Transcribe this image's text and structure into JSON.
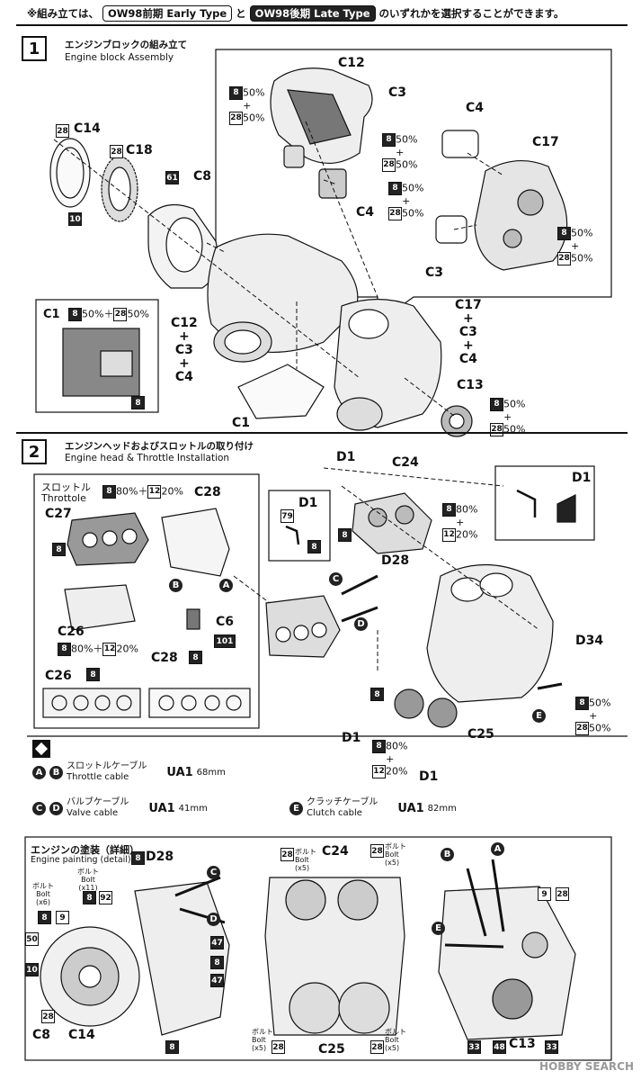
{
  "header": {
    "prefix": "※組み立ては、",
    "early_type": "OW98前期 Early Type",
    "connector": "と",
    "late_type": "OW98後期 Late Type",
    "suffix": "のいずれかを選択することができます。"
  },
  "step1": {
    "number": "1",
    "title_jp": "エンジンブロックの組み立て",
    "title_en": "Engine block Assembly",
    "parts": {
      "c12": "C12",
      "c3": "C3",
      "c4": "C4",
      "c17": "C17",
      "c14": "C14",
      "c18": "C18",
      "c8": "C8",
      "c1": "C1",
      "c13": "C13",
      "assembly_a": "C12\n+\nC3\n+\nC4",
      "assembly_b": "C17\n+\nC3\n+\nC4"
    },
    "paint": {
      "n8": "8",
      "n28": "28",
      "n10": "10",
      "n61": "61",
      "fifty": "50%",
      "plus": "+",
      "c1_mix": "50%＋"
    }
  },
  "step2": {
    "number": "2",
    "title_jp": "エンジンヘッドおよびスロットルの取り付け",
    "title_en": "Engine head & Throttle Installation",
    "throttle_jp": "スロットル",
    "throttle_en": "Throttole",
    "parts": {
      "c27": "C27",
      "c28": "C28",
      "c26": "C26",
      "c6": "C6",
      "d1": "D1",
      "c24": "C24",
      "d28": "D28",
      "d34": "D34",
      "c25": "C25"
    },
    "paint": {
      "n8": "8",
      "n12": "12",
      "n28": "28",
      "n79": "79",
      "n101": "101",
      "eighty": "80%",
      "twenty": "20%",
      "fifty": "50%",
      "plus": "+",
      "mix_8012": "80%＋"
    },
    "letters": {
      "a": "A",
      "b": "B",
      "c": "C",
      "d": "D",
      "e": "E"
    }
  },
  "cables": {
    "throttle": {
      "jp": "スロットルケーブル",
      "en": "Throttle cable",
      "code": "UA1",
      "len": "68mm"
    },
    "valve": {
      "jp": "バルブケーブル",
      "en": "Valve cable",
      "code": "UA1",
      "len": "41mm"
    },
    "clutch": {
      "jp": "クラッチケーブル",
      "en": "Clutch cable",
      "code": "UA1",
      "len": "82mm"
    }
  },
  "painting": {
    "title_jp": "エンジンの塗装（詳細）",
    "title_en": "Engine painting (detail)",
    "bolt_jp": "ボルト",
    "bolt_en": "Bolt",
    "x11": "(x11)",
    "x6": "(x6)",
    "x5": "(x5)",
    "nums": {
      "n8": "8",
      "n9": "9",
      "n10": "10",
      "n28": "28",
      "n33": "33",
      "n47": "47",
      "n48": "48",
      "n50": "50",
      "n92": "92"
    },
    "parts": {
      "d28": "D28",
      "c24": "C24",
      "c8": "C8",
      "c14": "C14",
      "c25": "C25",
      "c13": "C13"
    }
  },
  "watermark": "HOBBY SEARCH"
}
